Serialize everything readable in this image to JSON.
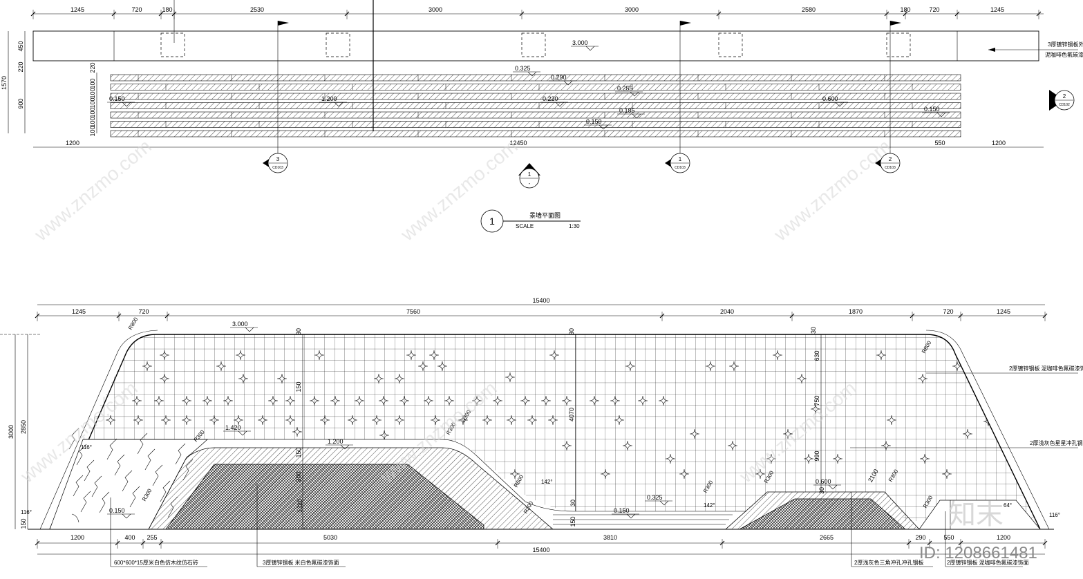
{
  "plan": {
    "top_dims": [
      "1245",
      "720",
      "180",
      "2530",
      "3000",
      "3000",
      "2580",
      "180",
      "720",
      "1245"
    ],
    "left_dims_top": [
      "450",
      "220"
    ],
    "left_total": "1570",
    "left_inner": [
      "220",
      "100",
      "100",
      "100",
      "100",
      "100",
      "100",
      "100"
    ],
    "left_900": "900",
    "bottom_dims": [
      "1200",
      "12450",
      "550",
      "1200"
    ],
    "levels": [
      "3.000",
      "0.325",
      "0.290",
      "0.255",
      "0.220",
      "0.185",
      "0.150",
      "1.200",
      "0.600",
      "0.150",
      "0.150"
    ],
    "note_right_1": "3厚镀锌钢板外包",
    "note_right_2": "泥咖啡色氟碳漆饰面",
    "callouts": [
      {
        "num": "3",
        "ref": "CD103"
      },
      {
        "num": "1",
        "ref": "CD103"
      },
      {
        "num": "2",
        "ref": "CD103"
      },
      {
        "num": "2",
        "ref": "CD102"
      },
      {
        "num": "1",
        "ref": "-"
      }
    ],
    "title_num": "1",
    "title_text": "景墙平面图",
    "title_scale_label": "SCALE",
    "title_scale": "1:30"
  },
  "elevation": {
    "total_top": "15400",
    "top_dims": [
      "1245",
      "720",
      "7560",
      "2040",
      "1870",
      "720",
      "1245"
    ],
    "left_3000": "3000",
    "left_2850": "2850",
    "left_150": "150",
    "bottom_dims": [
      "1200",
      "400",
      "255",
      "5030",
      "3810",
      "2665",
      "290",
      "550",
      "1200"
    ],
    "total_bottom": "15400",
    "levels": [
      "3.000",
      "1.420",
      "1.200",
      "0.600",
      "0.325",
      "0.150",
      "0.150"
    ],
    "radii": [
      "R800",
      "R800",
      "R300",
      "R300",
      "R600",
      "R300",
      "R300",
      "R300",
      "R300",
      "R300",
      "R300",
      "R300"
    ],
    "angles": [
      "116°",
      "116°",
      "142°",
      "142°",
      "64°"
    ],
    "vert_dims": [
      "30",
      "30",
      "30",
      "630",
      "750",
      "990",
      "150",
      "4070",
      "150",
      "30",
      "2100",
      "1320",
      "300",
      "150",
      "30"
    ],
    "right_notes": [
      "2厚镀锌钢板 泥咖啡色氟碳漆饰面",
      "2厚浅灰色星星冲孔钢板"
    ],
    "bottom_notes": [
      "600*600*15厚米白色仿木纹仿石砖",
      "3厚镀锌钢板 米白色氟碳漆饰面",
      "2厚浅灰色三角冲孔冲孔钢板",
      "2厚镀锌钢板 泥咖啡色氟碳漆饰面"
    ]
  },
  "watermark": {
    "text": "www.znzmo.com",
    "logo": "知末",
    "id_label": "ID: 1208661481"
  }
}
